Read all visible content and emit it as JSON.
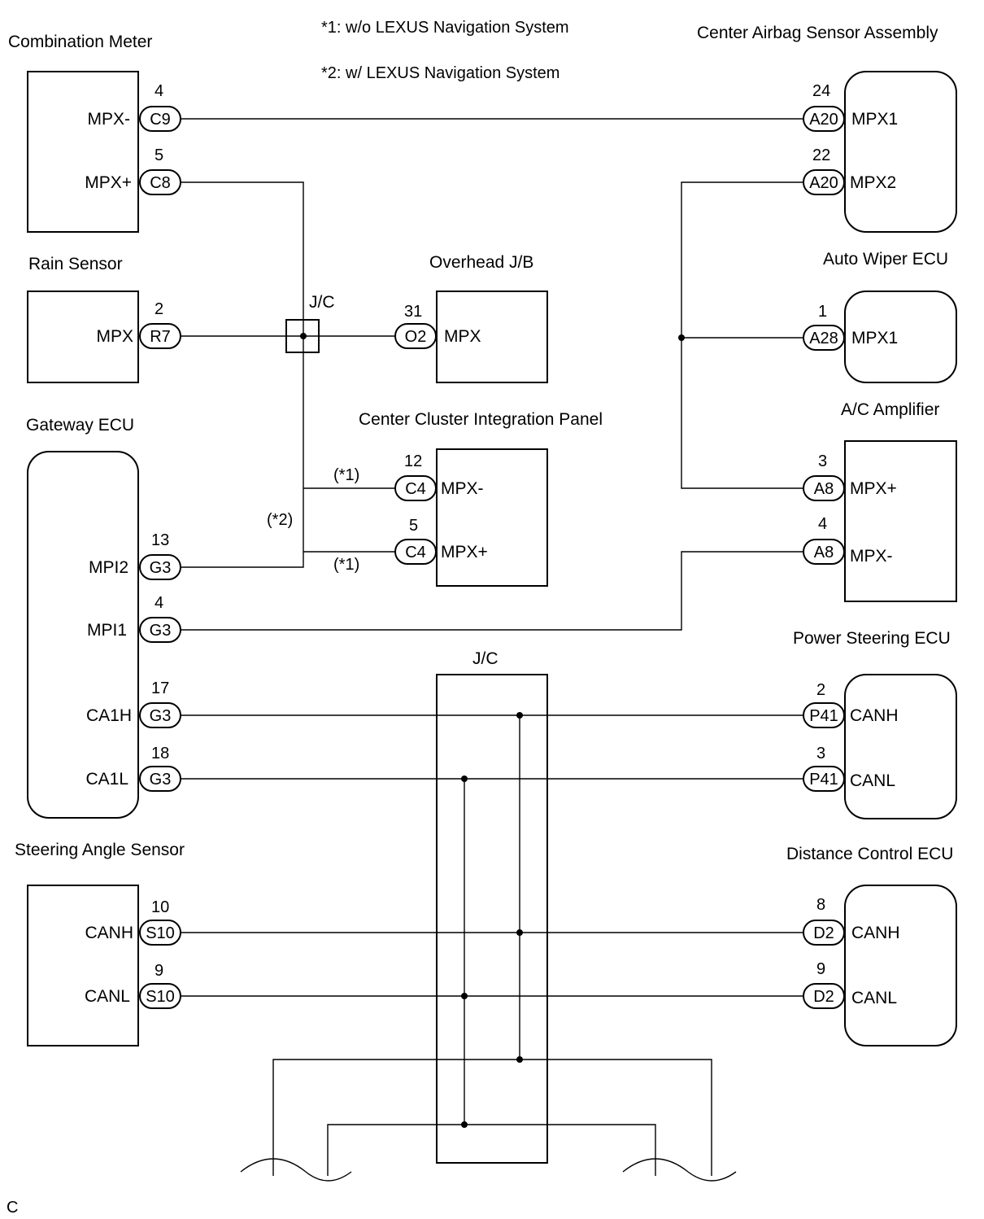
{
  "notes": {
    "note1": "*1: w/o LEXUS Navigation System",
    "note2": "*2: w/ LEXUS Navigation System",
    "corner": "C"
  },
  "components": {
    "combination_meter": {
      "title": "Combination Meter",
      "pins": [
        {
          "num": "4",
          "conn": "C9",
          "sig": "MPX-"
        },
        {
          "num": "5",
          "conn": "C8",
          "sig": "MPX+"
        }
      ]
    },
    "rain_sensor": {
      "title": "Rain Sensor",
      "pins": [
        {
          "num": "2",
          "conn": "R7",
          "sig": "MPX"
        }
      ]
    },
    "gateway_ecu": {
      "title": "Gateway ECU",
      "pins": [
        {
          "num": "13",
          "conn": "G3",
          "sig": "MPI2"
        },
        {
          "num": "4",
          "conn": "G3",
          "sig": "MPI1"
        },
        {
          "num": "17",
          "conn": "G3",
          "sig": "CA1H"
        },
        {
          "num": "18",
          "conn": "G3",
          "sig": "CA1L"
        }
      ]
    },
    "steering_angle_sensor": {
      "title": "Steering Angle Sensor",
      "pins": [
        {
          "num": "10",
          "conn": "S10",
          "sig": "CANH"
        },
        {
          "num": "9",
          "conn": "S10",
          "sig": "CANL"
        }
      ]
    },
    "overhead_jb": {
      "title": "Overhead J/B",
      "pins": [
        {
          "num": "31",
          "conn": "O2",
          "sig": "MPX"
        }
      ]
    },
    "center_cluster": {
      "title": "Center Cluster Integration Panel",
      "pins": [
        {
          "num": "12",
          "conn": "C4",
          "sig": "MPX-"
        },
        {
          "num": "5",
          "conn": "C4",
          "sig": "MPX+"
        }
      ]
    },
    "center_airbag": {
      "title": "Center Airbag Sensor Assembly",
      "pins": [
        {
          "num": "24",
          "conn": "A20",
          "sig": "MPX1"
        },
        {
          "num": "22",
          "conn": "A20",
          "sig": "MPX2"
        }
      ]
    },
    "auto_wiper": {
      "title": "Auto Wiper ECU",
      "pins": [
        {
          "num": "1",
          "conn": "A28",
          "sig": "MPX1"
        }
      ]
    },
    "ac_amplifier": {
      "title": "A/C Amplifier",
      "pins": [
        {
          "num": "3",
          "conn": "A8",
          "sig": "MPX+"
        },
        {
          "num": "4",
          "conn": "A8",
          "sig": "MPX-"
        }
      ]
    },
    "power_steering": {
      "title": "Power Steering ECU",
      "pins": [
        {
          "num": "2",
          "conn": "P41",
          "sig": "CANH"
        },
        {
          "num": "3",
          "conn": "P41",
          "sig": "CANL"
        }
      ]
    },
    "distance_control": {
      "title": "Distance Control ECU",
      "pins": [
        {
          "num": "8",
          "conn": "D2",
          "sig": "CANH"
        },
        {
          "num": "9",
          "conn": "D2",
          "sig": "CANL"
        }
      ]
    }
  },
  "junctions": {
    "jc1": "J/C",
    "jc2": "J/C"
  },
  "wire_notes": {
    "n1a": "(*1)",
    "n2": "(*2)",
    "n1b": "(*1)"
  }
}
